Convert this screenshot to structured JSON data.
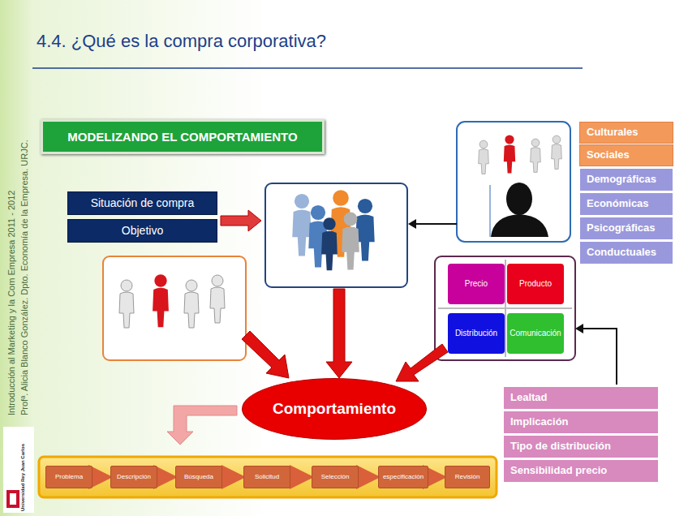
{
  "diagram": {
    "title": "4.4. ¿Qué es la compra corporativa?",
    "nodes": [
      {
        "text": [
          "MODELIZANDO EL COMPORTAMIENTO"
        ]
      },
      {
        "text": [
          "Situación de compra"
        ]
      },
      {
        "text": [
          "Objetivo"
        ]
      },
      {
        "text": [
          "Culturales"
        ]
      },
      {
        "text": [
          "Sociales"
        ]
      },
      {
        "text": [
          "Demográficas"
        ]
      },
      {
        "text": [
          "Económicas"
        ]
      },
      {
        "text": [
          "Psicográficas"
        ]
      },
      {
        "text": [
          "Conductuales"
        ]
      },
      {
        "text": [
          "Precio"
        ]
      },
      {
        "text": [
          "Producto"
        ]
      },
      {
        "text": [
          "Distribución"
        ]
      },
      {
        "text": [
          "Comunicación"
        ]
      },
      {
        "text": [
          "Comportamiento"
        ]
      },
      {
        "text": [
          "Lealtad"
        ]
      },
      {
        "text": [
          "Implicación"
        ]
      },
      {
        "text": [
          "Tipo de distribución"
        ]
      },
      {
        "text": [
          "Sensibilidad precio"
        ]
      },
      {
        "text": [
          "Problema"
        ]
      },
      {
        "text": [
          "Descripción"
        ]
      },
      {
        "text": [
          "Búsqueda"
        ]
      },
      {
        "text": [
          "Solicitud"
        ]
      },
      {
        "text": [
          "Selección"
        ]
      },
      {
        "text": [
          "especificación"
        ]
      },
      {
        "text": [
          "Revisión"
        ]
      }
    ],
    "edges": [
      {
        "from": 18,
        "to": 19,
        "arrow": "to"
      },
      {
        "from": 19,
        "to": 20,
        "arrow": "to"
      },
      {
        "from": 20,
        "to": 21,
        "arrow": "to"
      },
      {
        "from": 21,
        "to": 22,
        "arrow": "to"
      },
      {
        "from": 22,
        "to": 23,
        "arrow": "to"
      },
      {
        "from": 23,
        "to": 24,
        "arrow": "to"
      }
    ],
    "labels": [
      "Introducción al Marketing y la Com Empresa 2011 - 2012",
      "Profª. Alicia Blanco González. Dpto. Economía de la Empresa. URJC.",
      "Universidad Rey Juan Carlos"
    ]
  }
}
